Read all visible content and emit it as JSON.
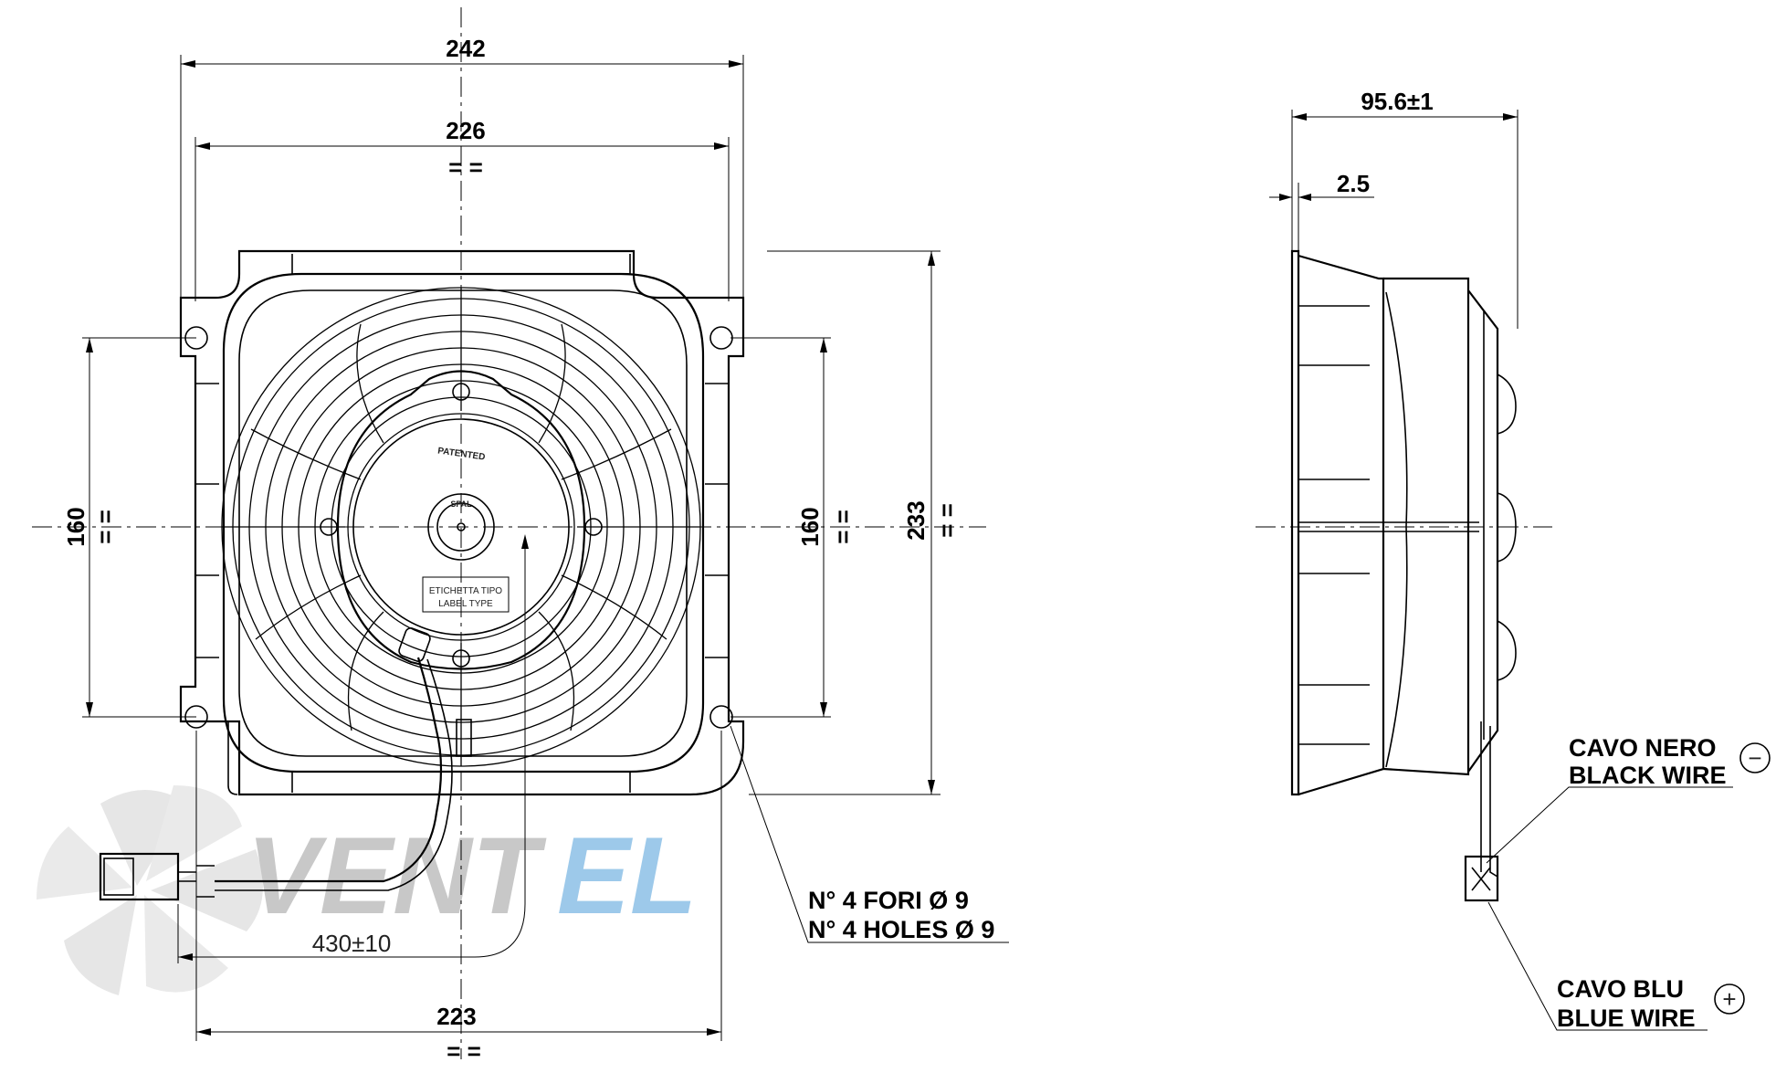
{
  "dimensions": {
    "overall_width": "242",
    "flange_width": "226",
    "bottom_width": "223",
    "hole_spacing_left": "160",
    "hole_spacing_right": "160",
    "overall_height": "233",
    "depth": "95.6±1",
    "flange_thickness": "2.5",
    "cable_length": "430±10",
    "symmetry_mark": "= ="
  },
  "labels": {
    "patented": "PATENTED",
    "label_line1": "ETICHETTA TIPO",
    "label_line2": "LABEL TYPE",
    "brand_emblem": "SPAL"
  },
  "notes": {
    "holes_it": "N° 4 FORI Ø 9",
    "holes_en": "N° 4 HOLES Ø 9",
    "black_wire_it": "CAVO NERO",
    "black_wire_en": "BLACK WIRE",
    "black_wire_sign": "−",
    "blue_wire_it": "CAVO BLU",
    "blue_wire_en": "BLUE WIRE",
    "blue_wire_sign": "+"
  },
  "watermark": {
    "text_grey": "VENT",
    "text_blue": "EL",
    "color_grey": "#c8c8c8",
    "color_blue": "#9dc9ea"
  }
}
